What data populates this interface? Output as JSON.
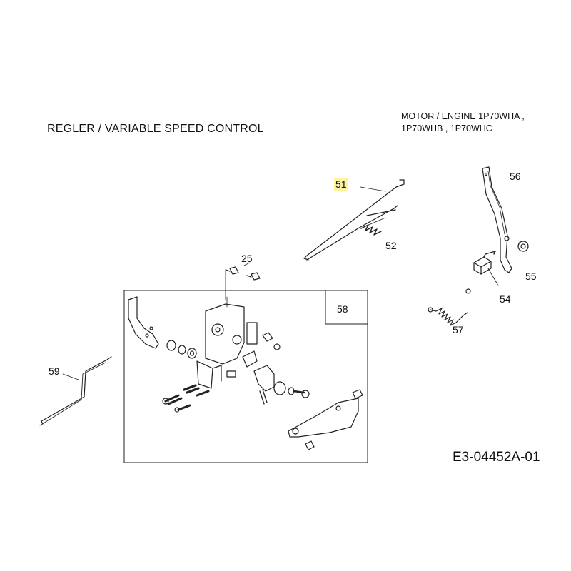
{
  "diagram": {
    "title": "REGLER / VARIABLE SPEED CONTROL",
    "engine_line1": "MOTOR / ENGINE  1P70WHA ,",
    "engine_line2": "1P70WHB ,  1P70WHC",
    "drawing_code": "E3-04452A-01",
    "highlight_color": "#fff2a0",
    "callouts": {
      "p51": "51",
      "p52": "52",
      "p54": "54",
      "p55": "55",
      "p56": "56",
      "p57": "57",
      "p58": "58",
      "p59": "59",
      "p25": "25"
    }
  }
}
